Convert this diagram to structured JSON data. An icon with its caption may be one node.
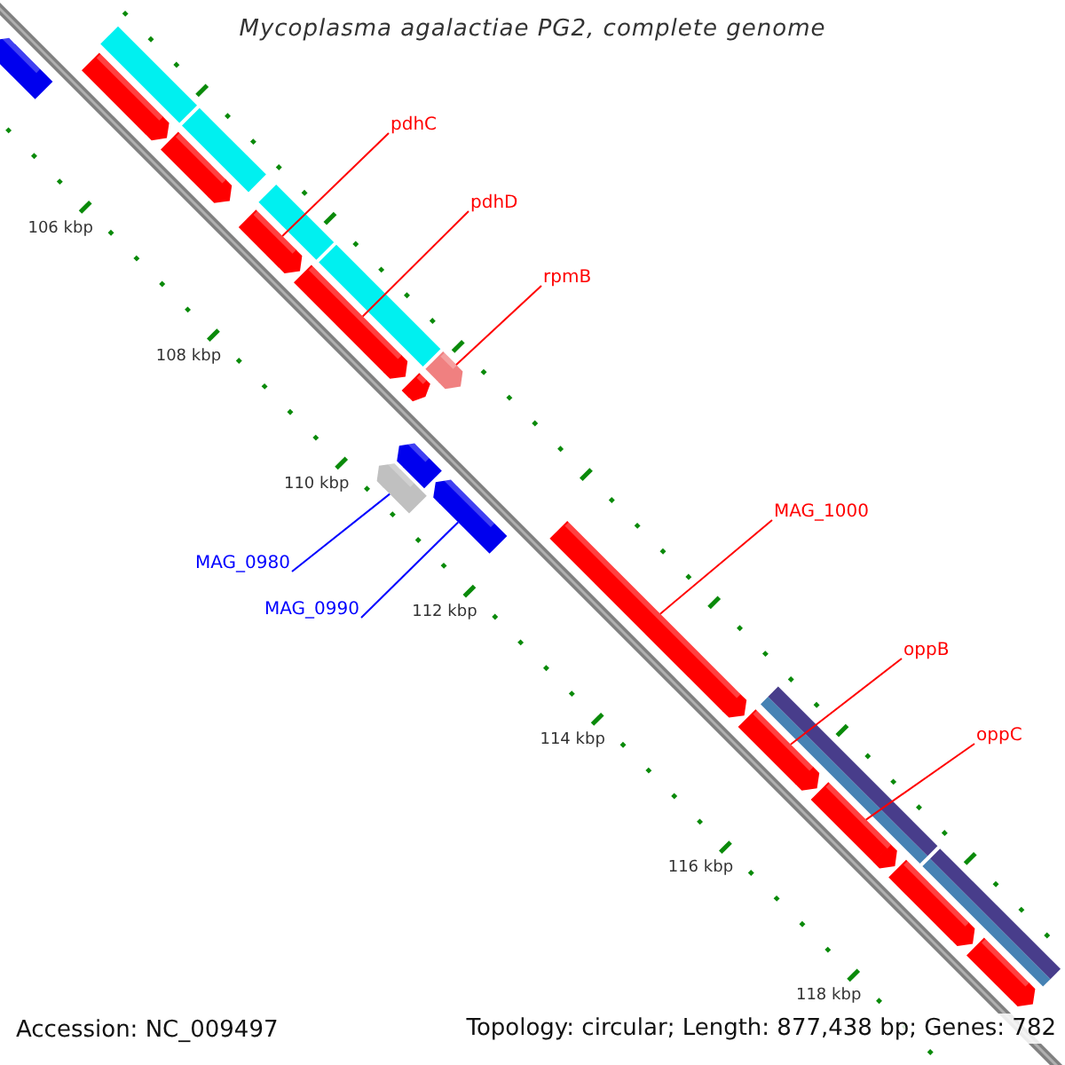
{
  "diagram": {
    "title": "Mycoplasma agalactiae PG2, complete genome",
    "nodes": [
      {
        "text": [
          "pdhC"
        ]
      },
      {
        "text": [],
        "shape": "arrow"
      },
      {
        "text": [
          "pdhD"
        ]
      },
      {
        "text": [],
        "shape": "arrow"
      },
      {
        "text": [
          "rpmB"
        ]
      },
      {
        "text": [],
        "shape": "arrow"
      },
      {
        "text": [
          "MAG_1000"
        ]
      },
      {
        "text": [],
        "shape": "arrow"
      },
      {
        "text": [
          "oppB"
        ]
      },
      {
        "text": [],
        "shape": "arrow"
      },
      {
        "text": [
          "MAG_0980"
        ]
      },
      {
        "text": [],
        "shape": "arrow"
      },
      {
        "text": [
          "oppC"
        ]
      },
      {
        "text": [],
        "shape": "arrow"
      },
      {
        "text": [
          "MAG_0990"
        ]
      },
      {
        "text": [],
        "shape": "arrow"
      },
      {
        "text": [],
        "shape": "arrow"
      },
      {
        "text": [],
        "shape": "arrow"
      },
      {
        "text": [],
        "shape": "arrow"
      },
      {
        "text": [],
        "shape": "bar"
      },
      {
        "text": [],
        "shape": "bar"
      },
      {
        "text": [],
        "shape": "bar"
      },
      {
        "text": [],
        "shape": "bar"
      },
      {
        "text": [],
        "shape": "arrow"
      },
      {
        "text": [],
        "shape": "arrow"
      },
      {
        "text": [],
        "shape": "arrow"
      },
      {
        "text": [],
        "shape": "arrow"
      },
      {
        "text": [],
        "shape": "bar"
      },
      {
        "text": [],
        "shape": "bar"
      }
    ],
    "edges": [
      {
        "from": 0,
        "to": 1,
        "arrow": "none"
      },
      {
        "from": 2,
        "to": 3,
        "arrow": "none"
      },
      {
        "from": 4,
        "to": 5,
        "arrow": "none"
      },
      {
        "from": 6,
        "to": 7,
        "arrow": "none"
      },
      {
        "from": 8,
        "to": 9,
        "arrow": "none"
      },
      {
        "from": 10,
        "to": 11,
        "arrow": "none",
        "color": "#0000ff"
      },
      {
        "from": 12,
        "to": 13,
        "arrow": "none"
      },
      {
        "from": 14,
        "to": 15,
        "arrow": "none",
        "color": "#0000ff"
      }
    ],
    "labels": [
      "106 kbp",
      "108 kbp",
      "110 kbp",
      "112 kbp",
      "114 kbp",
      "116 kbp",
      "118 kbp",
      "Accession: NC_009497",
      "Topology: circular; Length: 877,438 bp; Genes: 782"
    ]
  }
}
